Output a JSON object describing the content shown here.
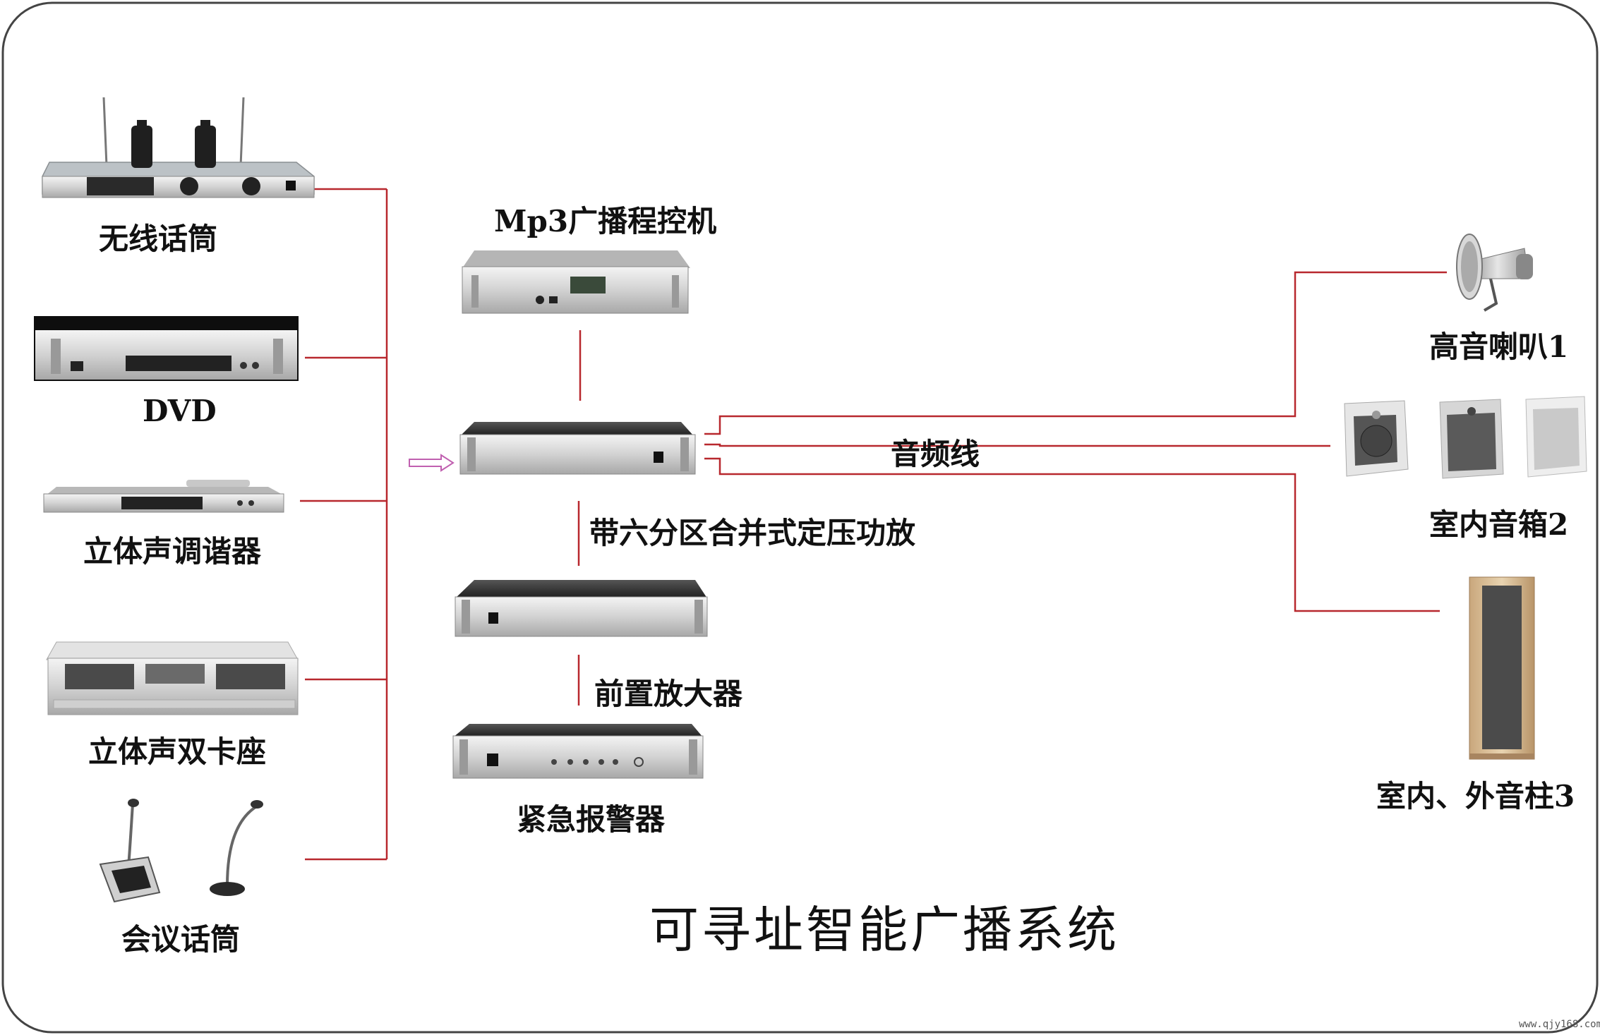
{
  "title": "可寻址智能广播系统",
  "watermark": "www.qjy168.com",
  "colors": {
    "line": "#b8282e",
    "frame": "#444444",
    "arrow": "#c060b0"
  },
  "sources": [
    {
      "id": "wireless-mic",
      "label": "无线话筒"
    },
    {
      "id": "dvd",
      "label": "DVD"
    },
    {
      "id": "tuner",
      "label": "立体声调谐器"
    },
    {
      "id": "cassette",
      "label": "立体声双卡座"
    },
    {
      "id": "conference-mic",
      "label": "会议话筒"
    }
  ],
  "center": [
    {
      "id": "mp3",
      "label": "Mp3广播程控机"
    },
    {
      "id": "amp",
      "label": "带六分区合并式定压功放"
    },
    {
      "id": "preamp",
      "label": "前置放大器"
    },
    {
      "id": "alarm",
      "label": "紧急报警器"
    }
  ],
  "cable": {
    "label": "音频线"
  },
  "outputs": [
    {
      "id": "horn",
      "label": "高音喇叭1"
    },
    {
      "id": "indoor-speaker",
      "label": "室内音箱2"
    },
    {
      "id": "column",
      "label": "室内、外音柱3"
    }
  ]
}
